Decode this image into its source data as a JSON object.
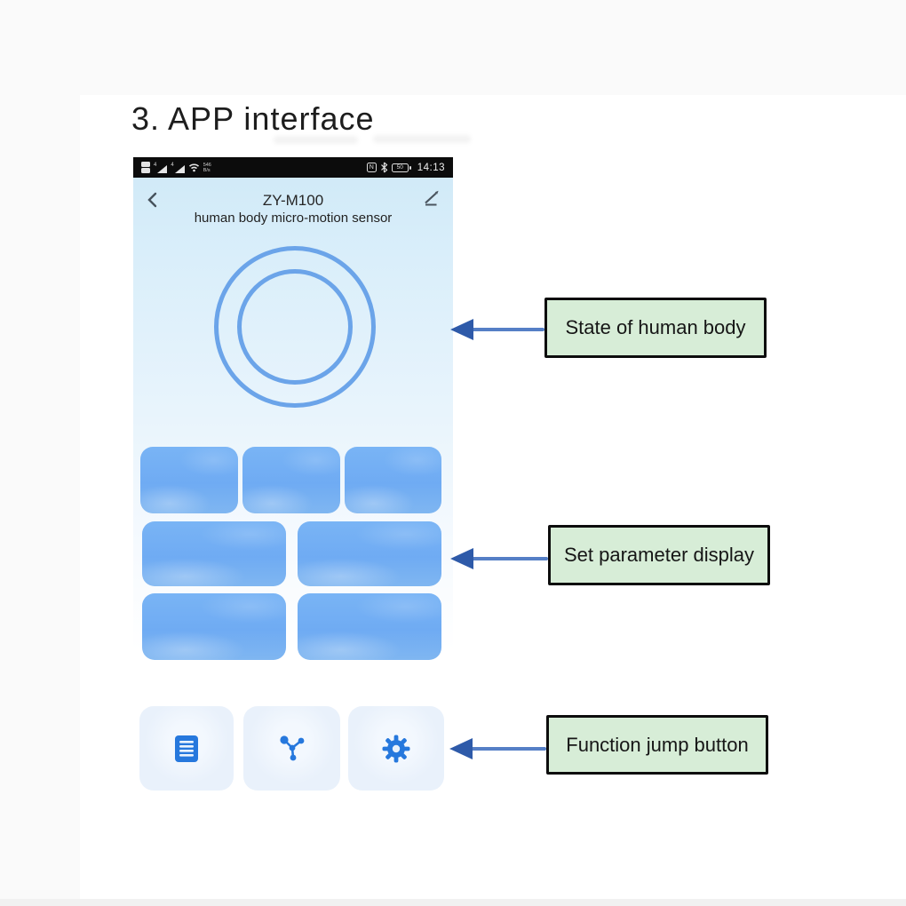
{
  "page": {
    "title": "3. APP interface"
  },
  "phone": {
    "status_bar": {
      "time": "14:13",
      "signal_badge_1": "4",
      "signal_badge_2": "4",
      "net_speed_top": "546",
      "net_speed_bottom": "B/s",
      "nfc_label": "N",
      "battery_label": "50"
    },
    "header": {
      "title": "ZY-M100",
      "subtitle": "human body micro-motion sensor"
    },
    "tiles": {
      "rows": [
        3,
        2,
        2
      ]
    },
    "nav_buttons": [
      {
        "icon": "document-icon"
      },
      {
        "icon": "network-icon"
      },
      {
        "icon": "settings-gear-icon"
      }
    ]
  },
  "annotations": [
    {
      "label": "State of human body"
    },
    {
      "label": "Set parameter display"
    },
    {
      "label": "Function jump button"
    }
  ],
  "colors": {
    "tile_blue": "#72adf3",
    "ring_blue": "#6ba4e9",
    "icon_blue": "#2678dd",
    "annotation_green": "#d7edd7",
    "arrow_shaft": "#557fc6",
    "arrow_head": "#2e5aa9"
  }
}
